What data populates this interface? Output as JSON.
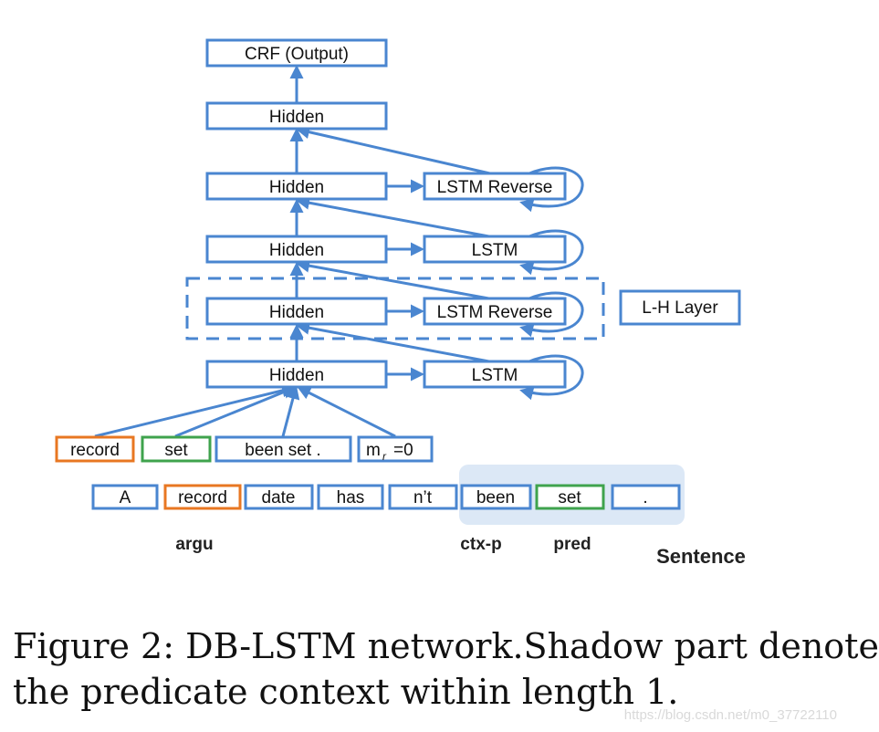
{
  "diagram": {
    "output_label": "CRF (Output)",
    "hidden_label": "Hidden",
    "lstm_label": "LSTM",
    "lstm_reverse_label": "LSTM Reverse",
    "layer_label": "L-H Layer",
    "features": [
      "record",
      "set",
      "been set .",
      "m",
      "=0"
    ],
    "feature_subscript": "r",
    "sentence_tokens": [
      "A",
      "record",
      "date",
      "has",
      "n’t",
      "been",
      "set",
      "."
    ],
    "argu_label": "argu",
    "ctxp_label": "ctx-p",
    "pred_label": "pred",
    "sentence_label": "Sentence",
    "colors": {
      "box_stroke": "#4a86d0",
      "argu_stroke": "#e87722",
      "pred_stroke": "#3fa34d",
      "shadow": "#dce8f6"
    }
  },
  "caption": {
    "line1": "Figure 2: DB-LSTM network.Shadow part denote",
    "line2": "the predicate context within length 1."
  },
  "watermark": "https://blog.csdn.net/m0_37722110"
}
